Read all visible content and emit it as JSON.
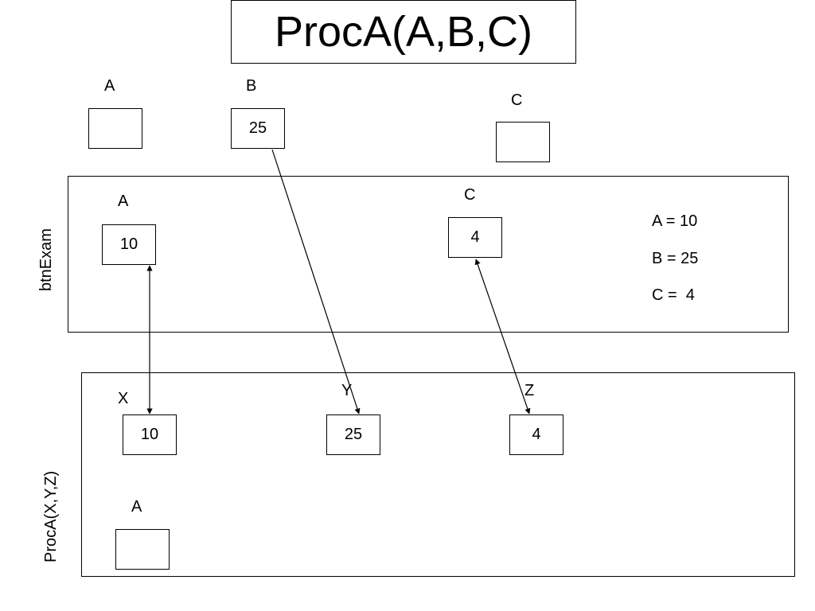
{
  "title": "ProcA(A,B,C)",
  "globals": {
    "a": {
      "label": "A",
      "value": ""
    },
    "b": {
      "label": "B",
      "value": "25"
    },
    "c": {
      "label": "C",
      "value": ""
    }
  },
  "btnExam": {
    "name": "btnExam",
    "a": {
      "label": "A",
      "value": "10"
    },
    "c": {
      "label": "C",
      "value": "4"
    },
    "summary": [
      "A = 10",
      "B = 25",
      "C =  4"
    ]
  },
  "procA": {
    "name": "ProcA(X,Y,Z)",
    "x": {
      "label": "X",
      "value": "10"
    },
    "y": {
      "label": "Y",
      "value": "25"
    },
    "z": {
      "label": "Z",
      "value": "4"
    },
    "a": {
      "label": "A",
      "value": ""
    }
  },
  "colors": {
    "line": "#000000",
    "background": "#ffffff"
  }
}
